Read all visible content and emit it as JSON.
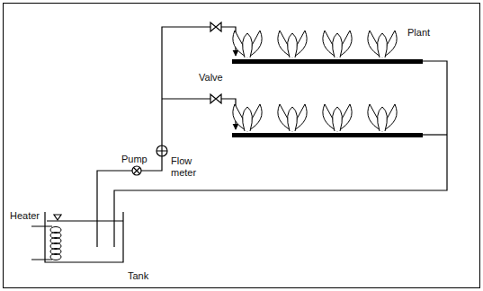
{
  "diagram": {
    "labels": [
      "Plant",
      "Valve",
      "Pump",
      "Flow meter",
      "Heater",
      "Tank"
    ]
  }
}
